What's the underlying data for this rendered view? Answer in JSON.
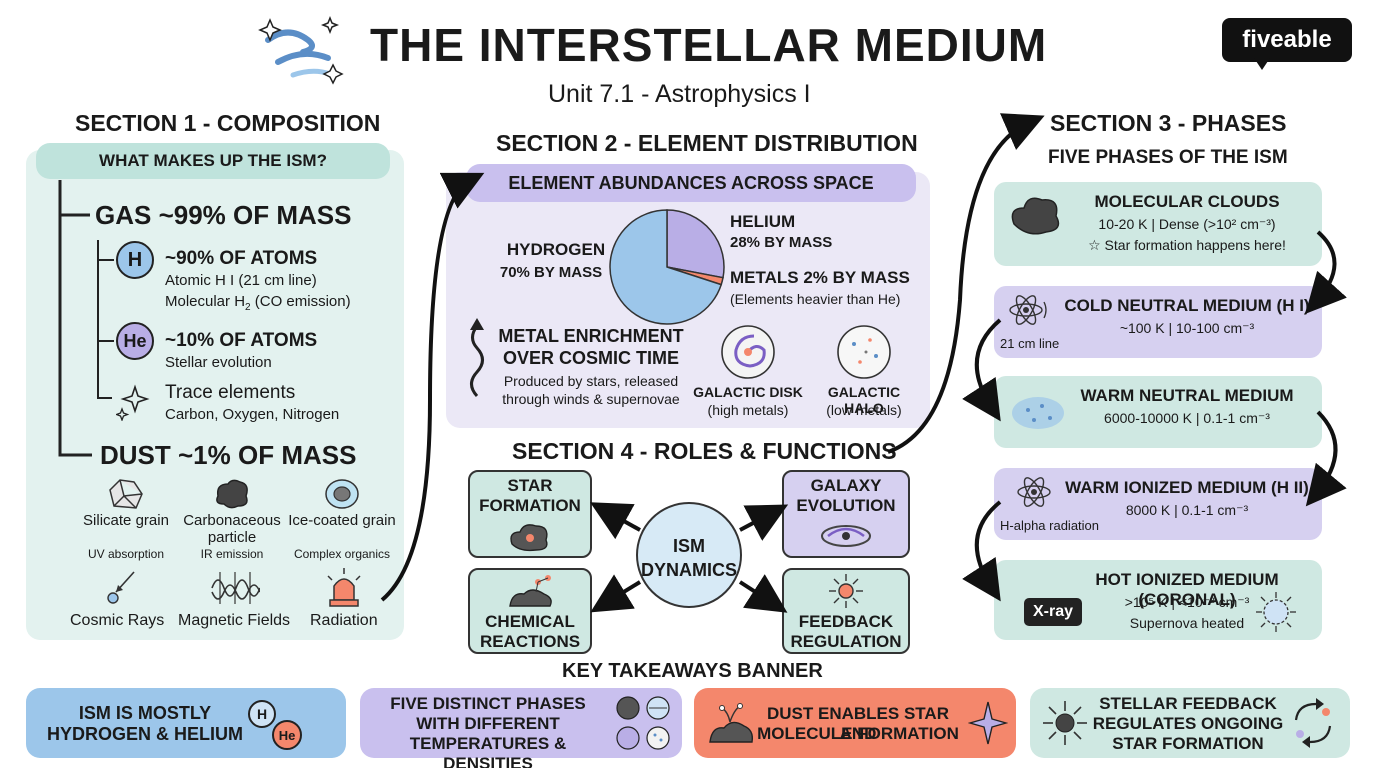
{
  "header": {
    "title": "THE INTERSTELLAR MEDIUM",
    "subtitle": "Unit 7.1 - Astrophysics I",
    "logo": "fiveable"
  },
  "section1": {
    "title": "SECTION 1 - COMPOSITION",
    "question": "WHAT MAKES UP THE ISM?",
    "gas": "GAS ~99% OF MASS",
    "h_symbol": "H",
    "h_title": "~90% OF ATOMS",
    "h_line1": "Atomic H I (21 cm line)",
    "h_line2": "Molecular H",
    "h_line2_sub": "2",
    "h_line2_end": " (CO emission)",
    "he_symbol": "He",
    "he_title": "~10% OF ATOMS",
    "he_line1": "Stellar evolution",
    "trace_title": "Trace elements",
    "trace_line1": "Carbon, Oxygen, Nitrogen",
    "dust": "DUST ~1% OF MASS",
    "grains": [
      {
        "name": "Silicate grain",
        "role": "UV absorption"
      },
      {
        "name": "Carbonaceous particle",
        "role": "IR emission"
      },
      {
        "name": "Ice-coated grain",
        "role": "Complex organics"
      }
    ],
    "cosmic_rays": "Cosmic Rays",
    "magnetic_fields": "Magnetic Fields",
    "radiation": "Radiation"
  },
  "section2": {
    "title": "SECTION 2 - ELEMENT DISTRIBUTION",
    "banner": "ELEMENT ABUNDANCES ACROSS SPACE",
    "enrichment_title1": "METAL ENRICHMENT",
    "enrichment_title2": "OVER COSMIC TIME",
    "enrichment_line1": "Produced by stars, released",
    "enrichment_line2": "through winds & supernovae",
    "disk_title": "GALACTIC DISK",
    "disk_note": "(high metals)",
    "halo_title": "GALACTIC HALO",
    "halo_note": "(low metals)"
  },
  "chart_data": {
    "type": "pie",
    "title": "",
    "slices": [
      {
        "label": "HYDROGEN",
        "note": "70% BY MASS",
        "value": 70,
        "color": "#9cc6ea"
      },
      {
        "label": "HELIUM",
        "note": "28% BY MASS",
        "value": 28,
        "color": "#b9aee6"
      },
      {
        "label": "METALS 2% BY MASS",
        "note": "(Elements heavier than He)",
        "value": 2,
        "color": "#f4876c"
      }
    ]
  },
  "section3": {
    "title": "SECTION 3 - PHASES",
    "subtitle": "FIVE PHASES OF THE ISM",
    "phases": [
      {
        "name": "MOLECULAR CLOUDS",
        "line1": "10-20 K | Dense (>10² cm⁻³)",
        "line2": "☆ Star formation happens here!",
        "tag": "",
        "color": "#cfe8e2"
      },
      {
        "name": "COLD NEUTRAL MEDIUM (H I)",
        "line1": "~100 K | 10-100 cm⁻³",
        "line2": "",
        "tag": "21 cm line",
        "color": "#d6d0f0"
      },
      {
        "name": "WARM NEUTRAL MEDIUM",
        "line1": "6000-10000 K | 0.1-1 cm⁻³",
        "line2": "",
        "tag": "",
        "color": "#cfe8e2"
      },
      {
        "name": "WARM IONIZED MEDIUM (H II)",
        "line1": "8000 K | 0.1-1 cm⁻³",
        "line2": "",
        "tag": "H-alpha radiation",
        "color": "#d6d0f0"
      },
      {
        "name": "HOT IONIZED MEDIUM (CORONAL)",
        "line1": ">10⁵ K | <10⁻² cm⁻³",
        "line2": "Supernova heated",
        "tag": "X-ray",
        "color": "#cfe8e2"
      }
    ]
  },
  "section4": {
    "title": "SECTION 4 - ROLES & FUNCTIONS",
    "center1": "ISM",
    "center2": "DYNAMICS",
    "star1": "STAR",
    "star2": "FORMATION",
    "galaxy1": "GALAXY",
    "galaxy2": "EVOLUTION",
    "chem1": "CHEMICAL",
    "chem2": "REACTIONS",
    "feed1": "FEEDBACK",
    "feed2": "REGULATION"
  },
  "takeaways": {
    "title": "KEY TAKEAWAYS BANNER",
    "t1a": "ISM IS MOSTLY",
    "t1b": "HYDROGEN & HELIUM",
    "t1_h": "H",
    "t1_he": "He",
    "t2a": "FIVE DISTINCT PHASES",
    "t2b": "WITH DIFFERENT",
    "t2c": "TEMPERATURES & DENSITIES",
    "t3a": "DUST ENABLES STAR AND",
    "t3b": "MOLECULE FORMATION",
    "t4a": "STELLAR FEEDBACK",
    "t4b": "REGULATES ONGOING",
    "t4c": "STAR FORMATION"
  },
  "colors": {
    "teal": "#cfe8e2",
    "lavender": "#d6d0f0",
    "blue": "#9cc6ea",
    "salmon": "#f4876c"
  }
}
